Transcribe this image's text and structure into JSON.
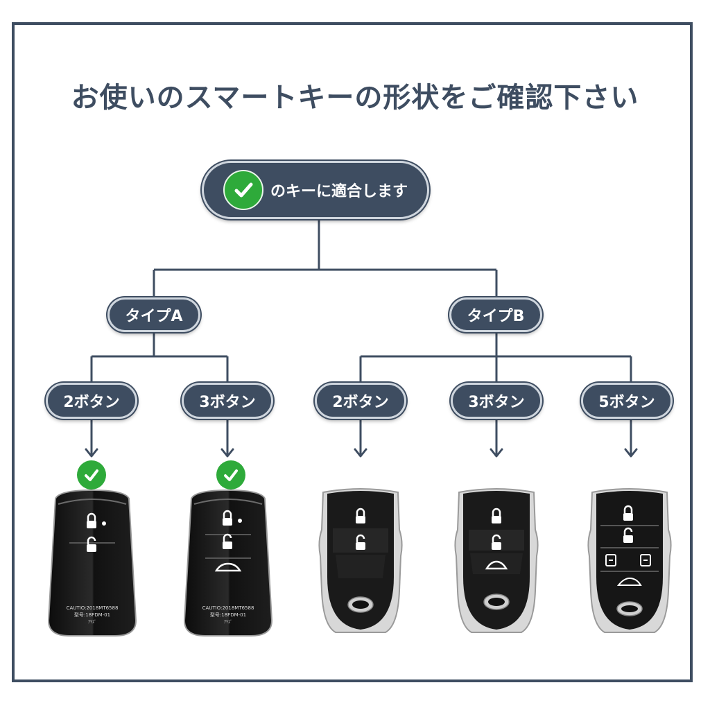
{
  "title": "お使いのスマートキーの形状をご確認下さい",
  "root": {
    "label": "のキーに適合します",
    "icon": "check-circle-icon"
  },
  "types": [
    {
      "label": "タイプA",
      "buttons": [
        "2ボタン",
        "3ボタン"
      ],
      "compatible": [
        true,
        true
      ]
    },
    {
      "label": "タイプB",
      "buttons": [
        "2ボタン",
        "3ボタン",
        "5ボタン"
      ],
      "compatible": [
        false,
        false,
        false
      ]
    }
  ],
  "key_labels": {
    "fcc": "CAUTIO:2018MT6588",
    "model": "型号:18FDM-01",
    "brand": "ｱﾔｽﾞ"
  },
  "colors": {
    "navy": "#3e4d61",
    "check_green": "#2eaa3a",
    "key_black": "#141414"
  }
}
